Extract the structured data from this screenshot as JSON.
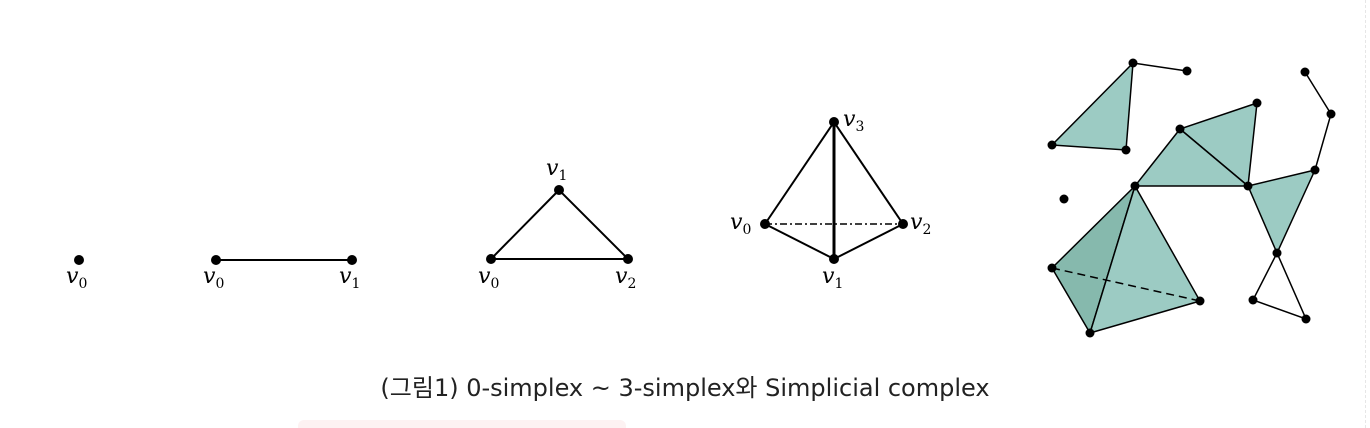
{
  "figure": {
    "colors": {
      "stroke": "#000000",
      "fill": "#9ccbc3",
      "fill_dark": "#86b9ad"
    },
    "simplex0": {
      "labels": [
        {
          "base": "v",
          "sub": "0"
        }
      ]
    },
    "simplex1": {
      "labels": [
        {
          "base": "v",
          "sub": "0"
        },
        {
          "base": "v",
          "sub": "1"
        }
      ]
    },
    "simplex2": {
      "labels": [
        {
          "base": "v",
          "sub": "1"
        },
        {
          "base": "v",
          "sub": "0"
        },
        {
          "base": "v",
          "sub": "2"
        }
      ]
    },
    "simplex3": {
      "labels": [
        {
          "base": "v",
          "sub": "3"
        },
        {
          "base": "v",
          "sub": "0"
        },
        {
          "base": "v",
          "sub": "2"
        },
        {
          "base": "v",
          "sub": "1"
        }
      ]
    }
  },
  "caption": "(그림1) 0-simplex ~ 3-simplex와 Simplicial complex"
}
